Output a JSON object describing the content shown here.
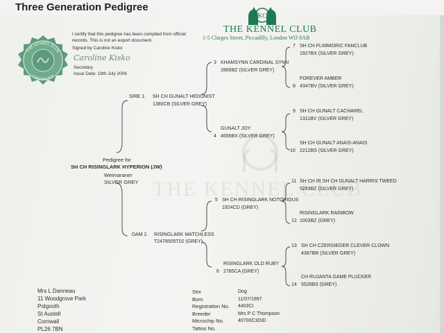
{
  "header": {
    "title": "Three Generation Pedigree"
  },
  "club": {
    "logo_text": "KC",
    "name": "THE KENNEL CLUB",
    "address": "1-5 Clarges Street, Piccadilly, London WIJ 8AB",
    "seal_lines": [
      "THE KENNEL CLUB",
      "CERTIFICATE"
    ]
  },
  "certification": {
    "statement": "I certify that this pedigree has been compiled from official records. This is not an export document.",
    "signed_by": "Signed by Caroline Kisko",
    "signature": "Caroline Kisko",
    "role": "Secretary",
    "issue_date": "Issue Date: 19th July 2006"
  },
  "watermark": {
    "text": "THE KENNEL CLUB"
  },
  "subject": {
    "intro": "Pedigree for",
    "name": "SH CH RISINGLARK HYPERION (JW)",
    "breed": "Weimaraner",
    "colour": "SILVER GREY"
  },
  "labels": {
    "sire": "SIRE 1.",
    "dam": "DAM 2."
  },
  "ancestors": [
    {
      "num": "1",
      "name": "SH CH GUNALT HEDONIST",
      "reg": "1380CB (SILVER GREY)"
    },
    {
      "num": "2",
      "name": "RISINGLARK MATCHLESS",
      "reg": "T2478505T02 (GREY)"
    },
    {
      "num": "3",
      "name": "KHAMSYNN CARDINAL SYNN",
      "reg": "2866BZ (SILVER GREY)"
    },
    {
      "num": "4",
      "name": "GUNALT JOY",
      "reg": "4656BX (SILVER GREY)"
    },
    {
      "num": "5",
      "name": "SH CH RISINGLARK NOTORIOUS",
      "reg": "1924CD (GREY)"
    },
    {
      "num": "6",
      "name": "RISINGLARK OLD RUBY",
      "reg": "2785CA (GREY)"
    },
    {
      "num": "7",
      "name": "SH CH FLIMMORIC FANCLUB",
      "reg": "1927BX (SILVER GREY)"
    },
    {
      "num": "8",
      "name": "FOREVER AMBER",
      "reg": "4347BV (SILVER GREY)"
    },
    {
      "num": "9",
      "name": "SH CH GUNALT CACHAREL",
      "reg": "1311BV (SILVER GREY)"
    },
    {
      "num": "10",
      "name": "SH CH GUNALT ANAIS-ANAIS",
      "reg": "2212BS (SILVER GREY)"
    },
    {
      "num": "11",
      "name": "SH CH IR SH CH GUNALT HARRIS TWEED",
      "reg": "5283BZ (SILVER GREY)"
    },
    {
      "num": "12",
      "name": "RISINGLARK RAINBOW",
      "reg": "1003BZ (GREY)"
    },
    {
      "num": "13",
      "name": "SH CH CZERSIEGER CLEVER CLOWN",
      "reg": "4387BR (SILVER GREY)"
    },
    {
      "num": "14",
      "name": "CH RUJANTA GAME PLUCKER",
      "reg": "5528BS (GREY)"
    }
  ],
  "owner": {
    "lines": [
      "Mrs L Danneau",
      "11 Woodgrove Park",
      "Polgooth",
      "St Austell",
      "Cornwall",
      "PL26 7BN"
    ]
  },
  "registration": {
    "rows": [
      {
        "label": "Sex",
        "value": "Dog"
      },
      {
        "label": "Born",
        "value": "11/07/1997"
      },
      {
        "label": "Registration No.",
        "value": "4403CI"
      },
      {
        "label": "Breeder",
        "value": "Mrs P C Thompson"
      },
      {
        "label": "Microchip No.",
        "value": "40700C3DID"
      },
      {
        "label": "Tattoo No.",
        "value": ""
      }
    ]
  },
  "colors": {
    "club_green": "#1f7a52",
    "ink": "#2b2d2c",
    "paper": "#f2f3f0"
  }
}
